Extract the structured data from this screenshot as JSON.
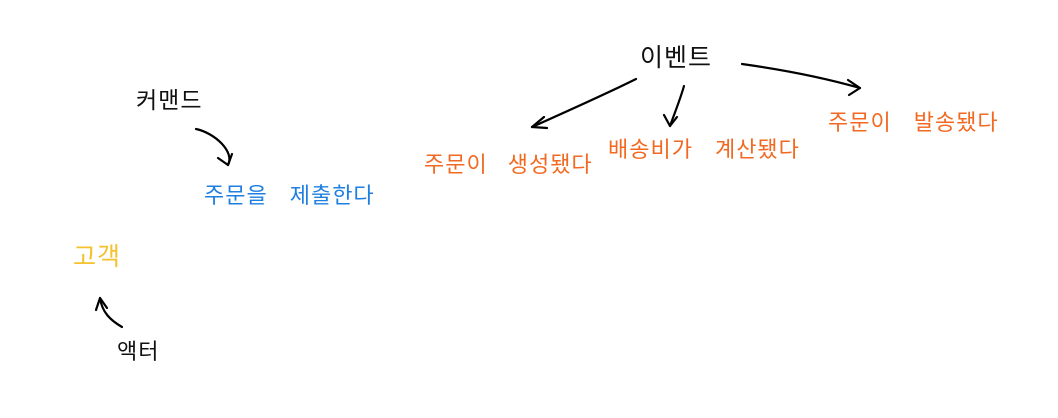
{
  "labels": {
    "event": "이벤트",
    "command": "커맨드",
    "actor": "액터",
    "customer": "고객",
    "submit_order": "주문을 제출한다",
    "order_created": "주문이 생성됐다",
    "shipping_calculated": "배송비가 계산됐다",
    "order_shipped": "주문이 발송됐다"
  },
  "colors": {
    "event": "#f26a21",
    "command": "#1f7fe0",
    "actor": "#f5c12e",
    "ink": "#111111"
  }
}
